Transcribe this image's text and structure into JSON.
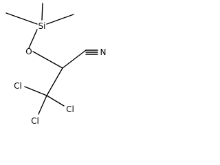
{
  "molecule": {
    "atoms": {
      "si": "Si",
      "o": "O",
      "n": "N",
      "cl_left": "Cl",
      "cl_right": "Cl",
      "cl_bottom": "Cl"
    }
  }
}
